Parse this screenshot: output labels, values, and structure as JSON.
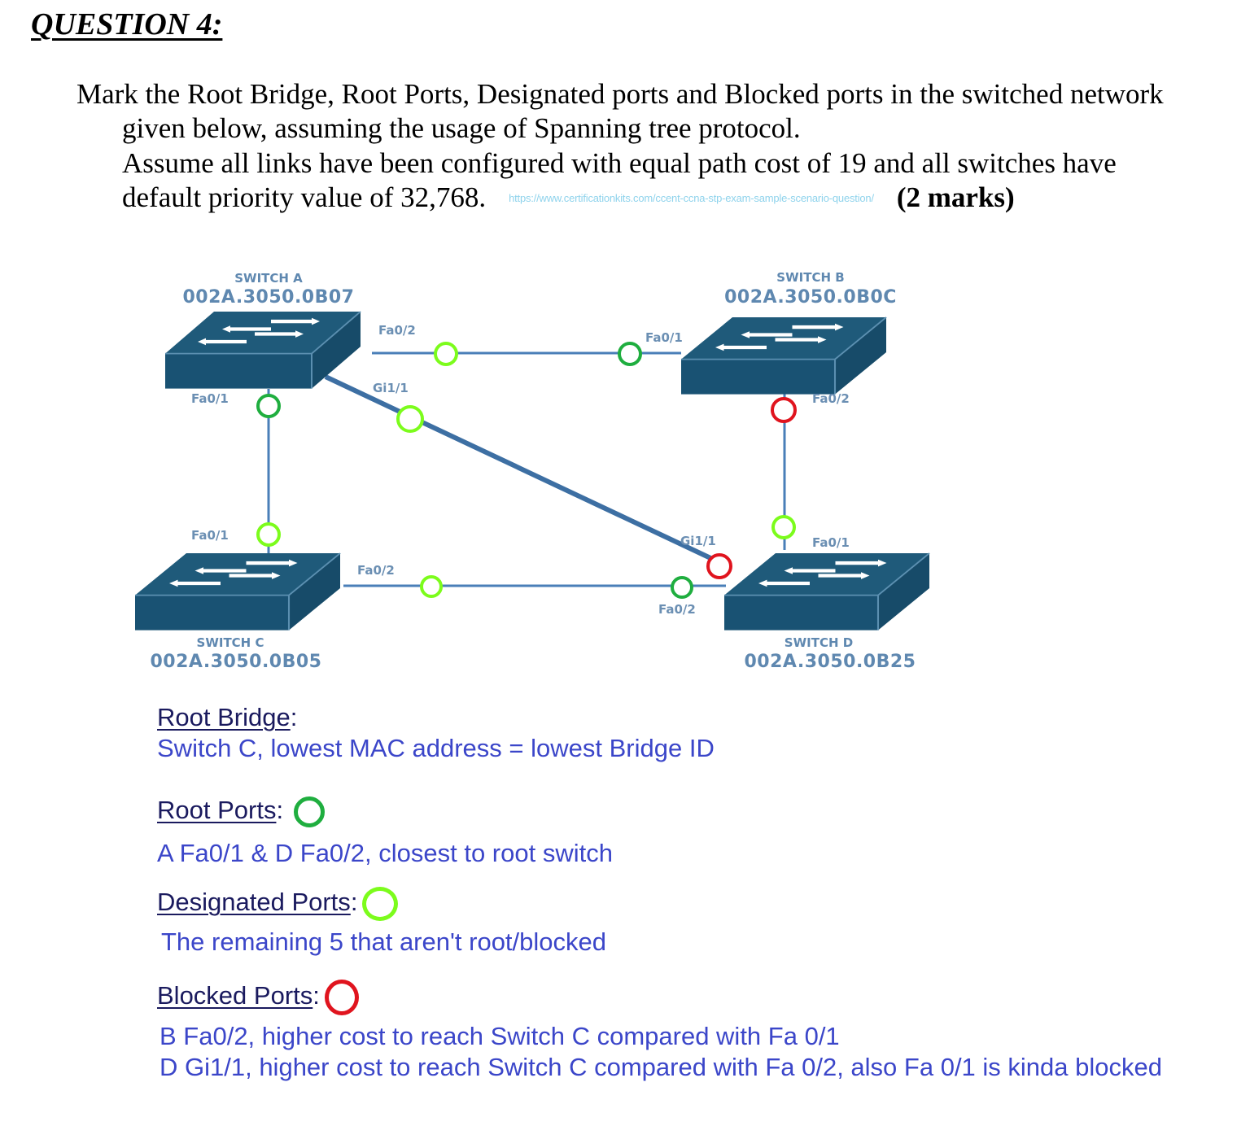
{
  "question": {
    "title": "QUESTION 4:",
    "lines": [
      "Mark the Root Bridge, Root Ports, Designated ports and Blocked ports in the switched network",
      "given below, assuming the usage of Spanning tree protocol.",
      "Assume all links have been configured with equal path cost of 19 and all switches have",
      "default priority value of 32,768."
    ],
    "source_link": "https://www.certificationkits.com/ccent-ccna-stp-exam-sample-scenario-question/",
    "marks": "(2 marks)"
  },
  "diagram": {
    "switches": {
      "a": {
        "name": "SWITCH A",
        "mac": "002A.3050.0B07"
      },
      "b": {
        "name": "SWITCH B",
        "mac": "002A.3050.0B0C"
      },
      "c": {
        "name": "SWITCH C",
        "mac": "002A.3050.0B05"
      },
      "d": {
        "name": "SWITCH D",
        "mac": "002A.3050.0B25"
      }
    },
    "ports": {
      "a_fa02": {
        "label": "Fa0/2",
        "role": "designated"
      },
      "a_fa01": {
        "label": "Fa0/1",
        "role": "root"
      },
      "a_gi11": {
        "label": "Gi1/1",
        "role": "designated"
      },
      "b_fa01": {
        "label": "Fa0/1",
        "role": "root"
      },
      "b_fa02": {
        "label": "Fa0/2",
        "role": "blocked"
      },
      "c_fa01": {
        "label": "Fa0/1",
        "role": "designated"
      },
      "c_fa02": {
        "label": "Fa0/2",
        "role": "designated"
      },
      "d_gi11": {
        "label": "Gi1/1",
        "role": "blocked"
      },
      "d_fa01": {
        "label": "Fa0/1",
        "role": "designated"
      },
      "d_fa02": {
        "label": "Fa0/2",
        "role": "root"
      }
    },
    "colors": {
      "switch_body": "#1d5878",
      "link": "#4a7fb8",
      "root": "#1fae3f",
      "designated": "#7cfc1c",
      "blocked": "#e0141e"
    }
  },
  "answers": {
    "root_bridge": {
      "heading": "Root Bridge",
      "text": "Switch C, lowest MAC address = lowest Bridge ID"
    },
    "root_ports": {
      "heading": "Root Ports",
      "legend": "green-ring",
      "text": "A Fa0/1 & D Fa0/2, closest to root switch"
    },
    "designated_ports": {
      "heading": "Designated Ports",
      "legend": "light-green-ring",
      "text": "The remaining 5 that aren't root/blocked"
    },
    "blocked_ports": {
      "heading": "Blocked Ports",
      "legend": "red-ring",
      "lines": [
        "B Fa0/2, higher cost to reach Switch C compared with Fa 0/1",
        "D Gi1/1, higher cost to reach Switch C compared with Fa 0/2, also Fa 0/1 is kinda blocked"
      ]
    }
  }
}
